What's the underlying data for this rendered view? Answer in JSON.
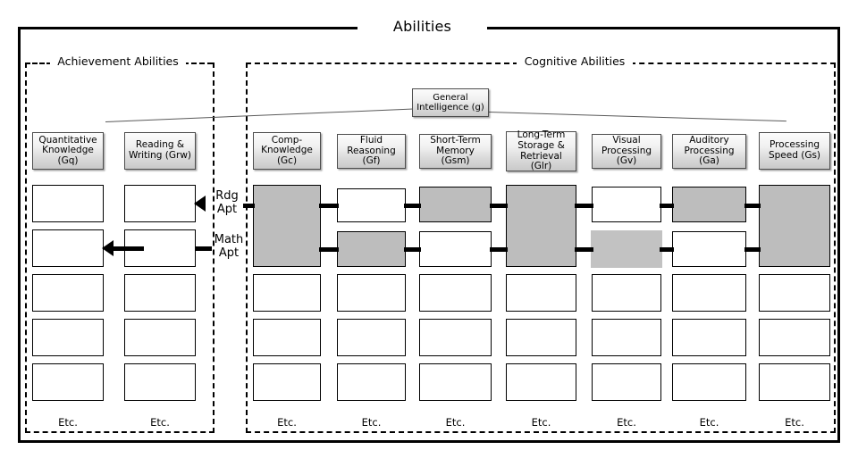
{
  "figure": {
    "title": "Abilities",
    "groups": [
      {
        "label": "Achievement Abilities"
      },
      {
        "label": "Cognitive Abilities"
      }
    ],
    "apex": {
      "line1": "General",
      "line2": "Intelligence (g)"
    },
    "etc_label": "Etc.",
    "colors": {
      "frame": "#000000",
      "header_fill": "#d9d9d9",
      "cell_shaded": "#bdbdbd",
      "cell_shaded_light": "#c2c2c2",
      "cell_empty": "#ffffff",
      "connector": "#000000"
    }
  },
  "achievement": {
    "columns": [
      {
        "id": "Gq",
        "title": "Quantitative Knowledge (Gq)",
        "lines": [
          "Quantitative",
          "Knowledge",
          "(Gq)"
        ]
      },
      {
        "id": "Grw",
        "title": "Reading & Writing (Grw)",
        "lines": [
          "Reading &",
          "Writing (Grw)"
        ]
      }
    ]
  },
  "cognitive": {
    "columns": [
      {
        "id": "Gc",
        "title": "Comp-Knowledge (Gc)",
        "lines": [
          "Comp-",
          "Knowledge",
          "(Gc)"
        ]
      },
      {
        "id": "Gf",
        "title": "Fluid Reasoning (Gf)",
        "lines": [
          "Fluid",
          "Reasoning (Gf)"
        ]
      },
      {
        "id": "Gsm",
        "title": "Short-Term Memory (Gsm)",
        "lines": [
          "Short-Term",
          "Memory (Gsm)"
        ]
      },
      {
        "id": "Glr",
        "title": "Long-Term Storage & Retrieval (Glr)",
        "lines": [
          "Long-Term",
          "Storage &",
          "Retrieval (Glr)"
        ]
      },
      {
        "id": "Gv",
        "title": "Visual Processing (Gv)",
        "lines": [
          "Visual",
          "Processing (Gv)"
        ]
      },
      {
        "id": "Ga",
        "title": "Auditory Processing (Ga)",
        "lines": [
          "Auditory",
          "Processing (Ga)"
        ]
      },
      {
        "id": "Gs",
        "title": "Processing Speed (Gs)",
        "lines": [
          "Processing",
          "Speed (Gs)"
        ]
      }
    ]
  },
  "aptitude_rows": [
    {
      "id": "rdg",
      "line1": "Rdg",
      "line2": "Apt"
    },
    {
      "id": "math",
      "line1": "Math",
      "line2": "Apt"
    }
  ],
  "grid": {
    "row_count": 5,
    "note": "state per column per row: empty | shaded | shaded-light | merged (rows 1-2 merged shaded)",
    "achievement_states": [
      {
        "column": "Gq",
        "rows": [
          "empty",
          "empty",
          "empty",
          "empty",
          "empty"
        ]
      },
      {
        "column": "Grw",
        "rows": [
          "empty",
          "empty",
          "empty",
          "empty",
          "empty"
        ]
      }
    ],
    "cognitive_states": [
      {
        "column": "Gc",
        "rows": [
          "merged-shaded",
          "merged-shaded",
          "empty",
          "empty",
          "empty"
        ]
      },
      {
        "column": "Gf",
        "rows": [
          "empty",
          "shaded",
          "empty",
          "empty",
          "empty"
        ]
      },
      {
        "column": "Gsm",
        "rows": [
          "shaded",
          "empty",
          "empty",
          "empty",
          "empty"
        ]
      },
      {
        "column": "Glr",
        "rows": [
          "merged-shaded",
          "merged-shaded",
          "empty",
          "empty",
          "empty"
        ]
      },
      {
        "column": "Gv",
        "rows": [
          "empty",
          "shaded-light",
          "empty",
          "empty",
          "empty"
        ]
      },
      {
        "column": "Ga",
        "rows": [
          "shaded",
          "empty",
          "empty",
          "empty",
          "empty"
        ]
      },
      {
        "column": "Gs",
        "rows": [
          "merged-shaded",
          "merged-shaded",
          "empty",
          "empty",
          "empty"
        ]
      }
    ]
  }
}
